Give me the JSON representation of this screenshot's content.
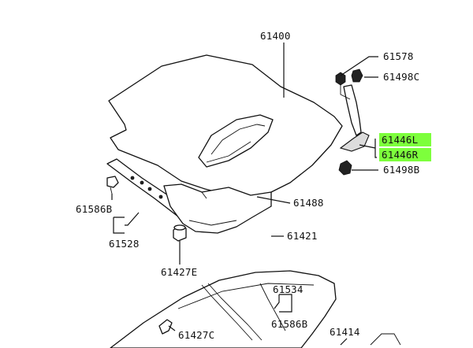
{
  "colors": {
    "line": "#111111",
    "background": "#ffffff",
    "highlight": "#7dff3c"
  },
  "labels": {
    "p61400": "61400",
    "p61578": "61578",
    "p61498C": "61498C",
    "p61446L": "61446L",
    "p61446R": "61446R",
    "p61498B": "61498B",
    "p61488": "61488",
    "p61586B_left": "61586B",
    "p61528": "61528",
    "p61421": "61421",
    "p61427E": "61427E",
    "p61534": "61534",
    "p61586B_bottom": "61586B",
    "p61414": "61414",
    "p61427C": "61427C"
  },
  "highlighted_parts": [
    "61446L",
    "61446R"
  ]
}
